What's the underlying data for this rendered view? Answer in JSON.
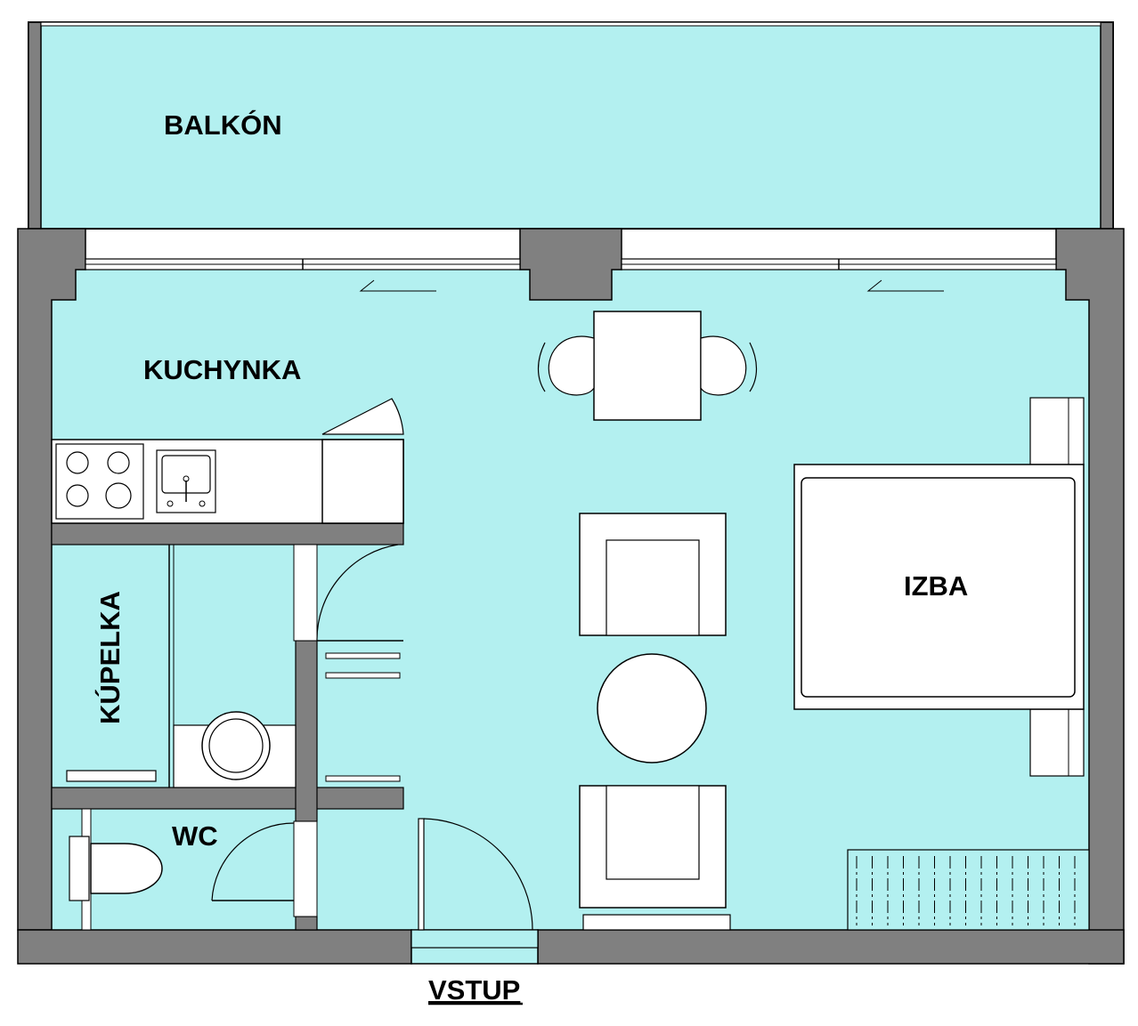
{
  "colors": {
    "floor": "#b3f0f0",
    "wall": "#808080",
    "line": "#000000",
    "furniture": "#ffffff"
  },
  "rooms": {
    "balcony": "BALKÓN",
    "kitchenette": "KUCHYNKA",
    "bathroom": "KÚPELKA",
    "wc": "WC",
    "room": "IZBA"
  },
  "entrance": "VSTUP"
}
